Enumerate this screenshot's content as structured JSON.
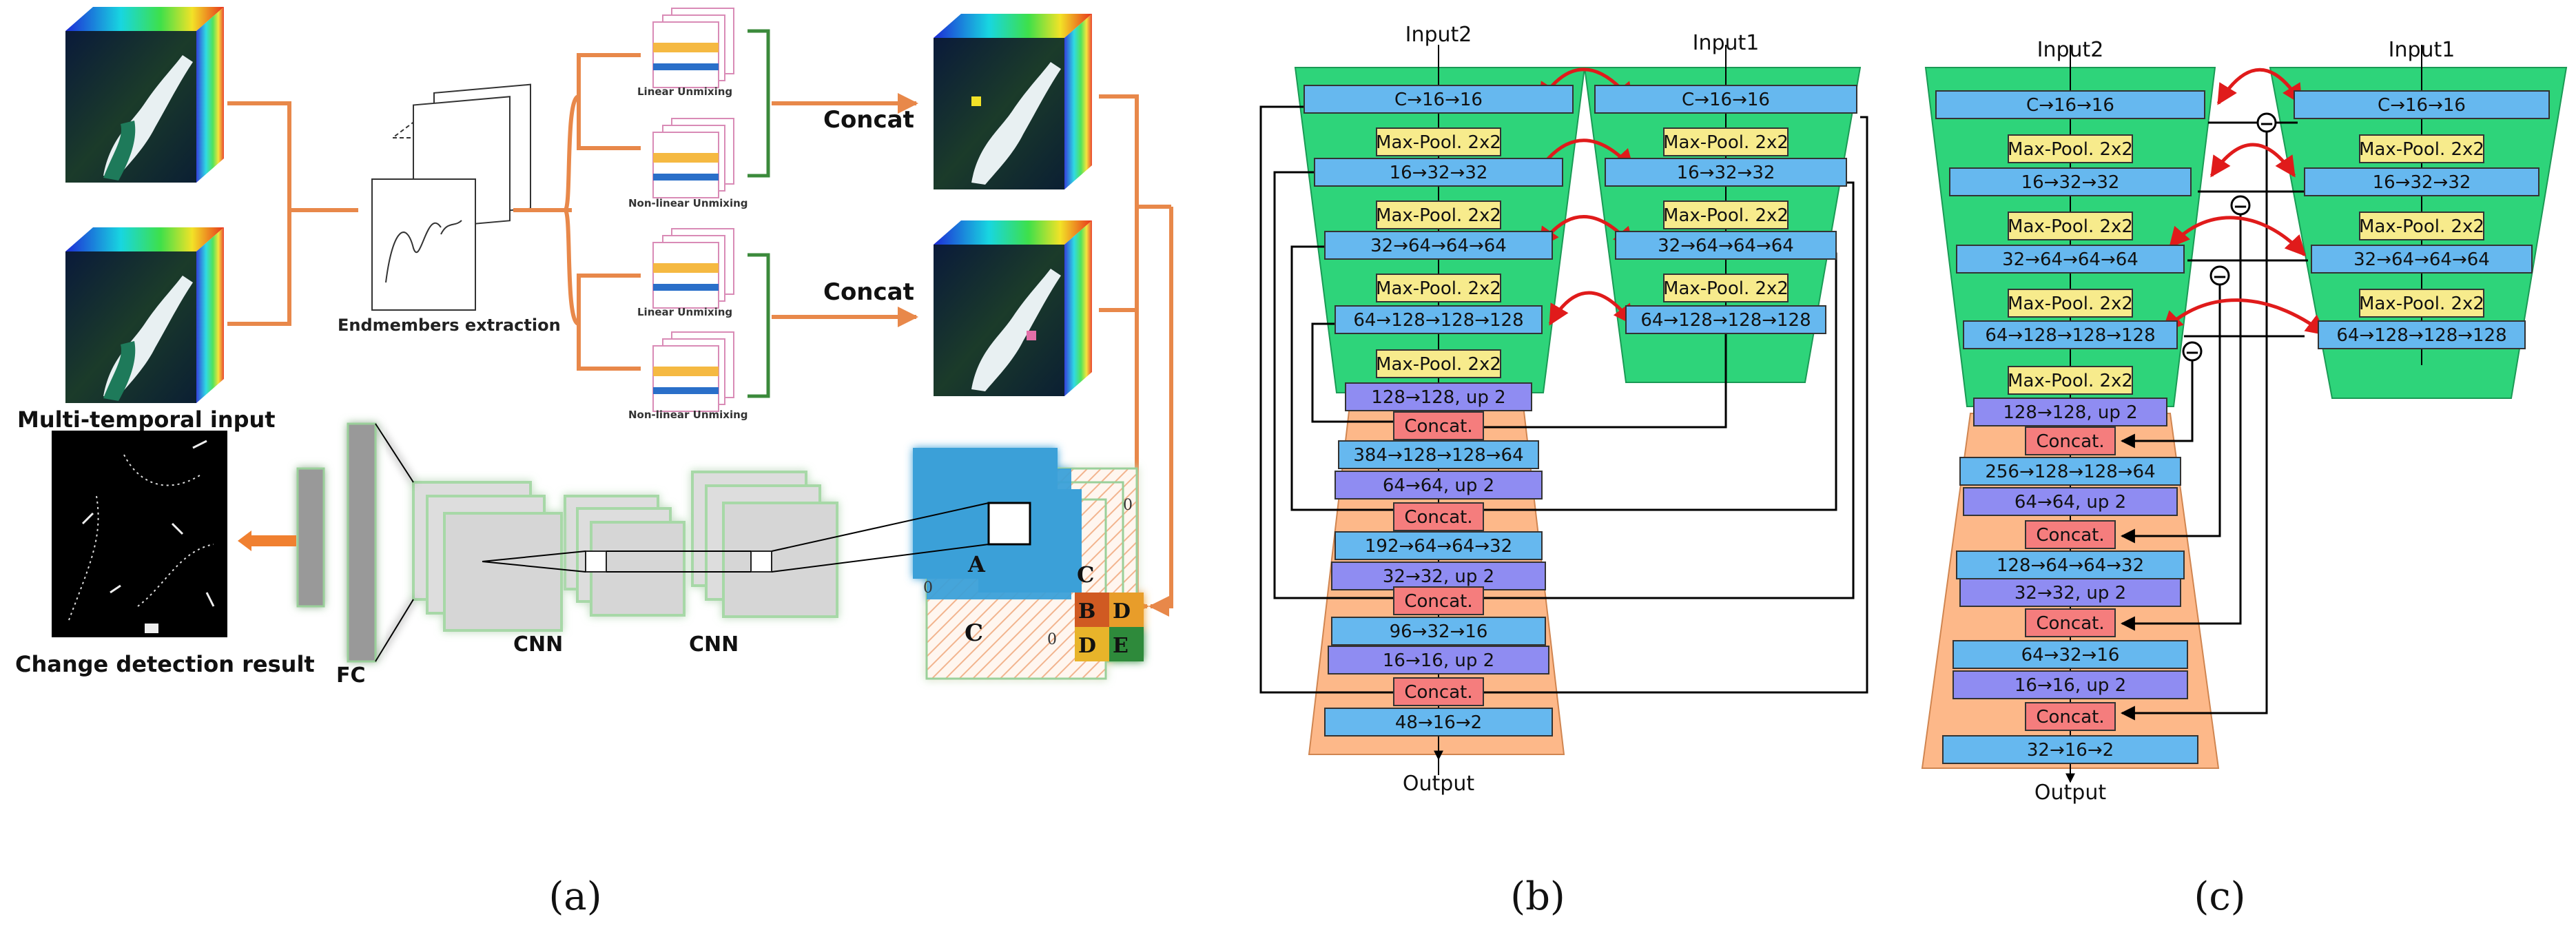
{
  "panel_a": {
    "multi_temporal_input": "Multi-temporal input",
    "endmembers_extraction": "Endmembers extraction",
    "linear_unmixing_1": "Linear Unmixing",
    "nonlinear_unmixing_1": "Non-linear Unmixing",
    "linear_unmixing_2": "Linear Unmixing",
    "nonlinear_unmixing_2": "Non-linear Unmixing",
    "concat_1": "Concat",
    "concat_2": "Concat",
    "change_detection_result": "Change detection result",
    "fc": "FC",
    "cnn_1": "CNN",
    "cnn_2": "CNN",
    "patch_letters": {
      "a": "A",
      "b": "B",
      "c1": "C",
      "c2": "C",
      "d1": "D",
      "d2": "D",
      "e": "E",
      "zero1": "0",
      "zero2": "0",
      "zero3": "0"
    },
    "colors": {
      "arrow": "#e8884a",
      "green_bracket": "#3b8a3b",
      "blue": "#3aa0d8"
    }
  },
  "panel_b": {
    "input2": "Input2",
    "input1": "Input1",
    "output": "Output",
    "enc_left": [
      "C→16→16",
      "Max-Pool. 2x2",
      "16→32→32",
      "Max-Pool. 2x2",
      "32→64→64→64",
      "Max-Pool. 2x2",
      "64→128→128→128",
      "Max-Pool. 2x2"
    ],
    "enc_right": [
      "C→16→16",
      "Max-Pool. 2x2",
      "16→32→32",
      "Max-Pool. 2x2",
      "32→64→64→64",
      "Max-Pool. 2x2",
      "64→128→128→128"
    ],
    "dec": [
      "128→128, up 2",
      "Concat.",
      "384→128→128→64",
      "64→64, up 2",
      "Concat.",
      "192→64→64→32",
      "32→32, up 2",
      "Concat.",
      "96→32→16",
      "16→16, up 2",
      "Concat.",
      "48→16→2"
    ]
  },
  "panel_c": {
    "input2": "Input2",
    "input1": "Input1",
    "output": "Output",
    "diff_symbol": "−",
    "enc_left": [
      "C→16→16",
      "Max-Pool. 2x2",
      "16→32→32",
      "Max-Pool. 2x2",
      "32→64→64→64",
      "Max-Pool. 2x2",
      "64→128→128→128",
      "Max-Pool. 2x2"
    ],
    "enc_right": [
      "C→16→16",
      "Max-Pool. 2x2",
      "16→32→32",
      "Max-Pool. 2x2",
      "32→64→64→64",
      "Max-Pool. 2x2",
      "64→128→128→128"
    ],
    "dec": [
      "128→128, up 2",
      "Concat.",
      "256→128→128→64",
      "64→64, up 2",
      "Concat.",
      "128→64→64→32",
      "32→32, up 2",
      "Concat.",
      "64→32→16",
      "16→16, up 2",
      "Concat.",
      "32→16→2"
    ]
  },
  "captions": {
    "a": "(a)",
    "b": "(b)",
    "c": "(c)"
  },
  "colors": {
    "encoder_green": "#2ed47a",
    "decoder_orange": "#fdb889",
    "conv_blue": "#66b8ef",
    "pool_yellow": "#f7eb8c",
    "up_purple": "#8f8cf2",
    "concat_red": "#f57d7d",
    "skip_red": "#e01b1b"
  }
}
